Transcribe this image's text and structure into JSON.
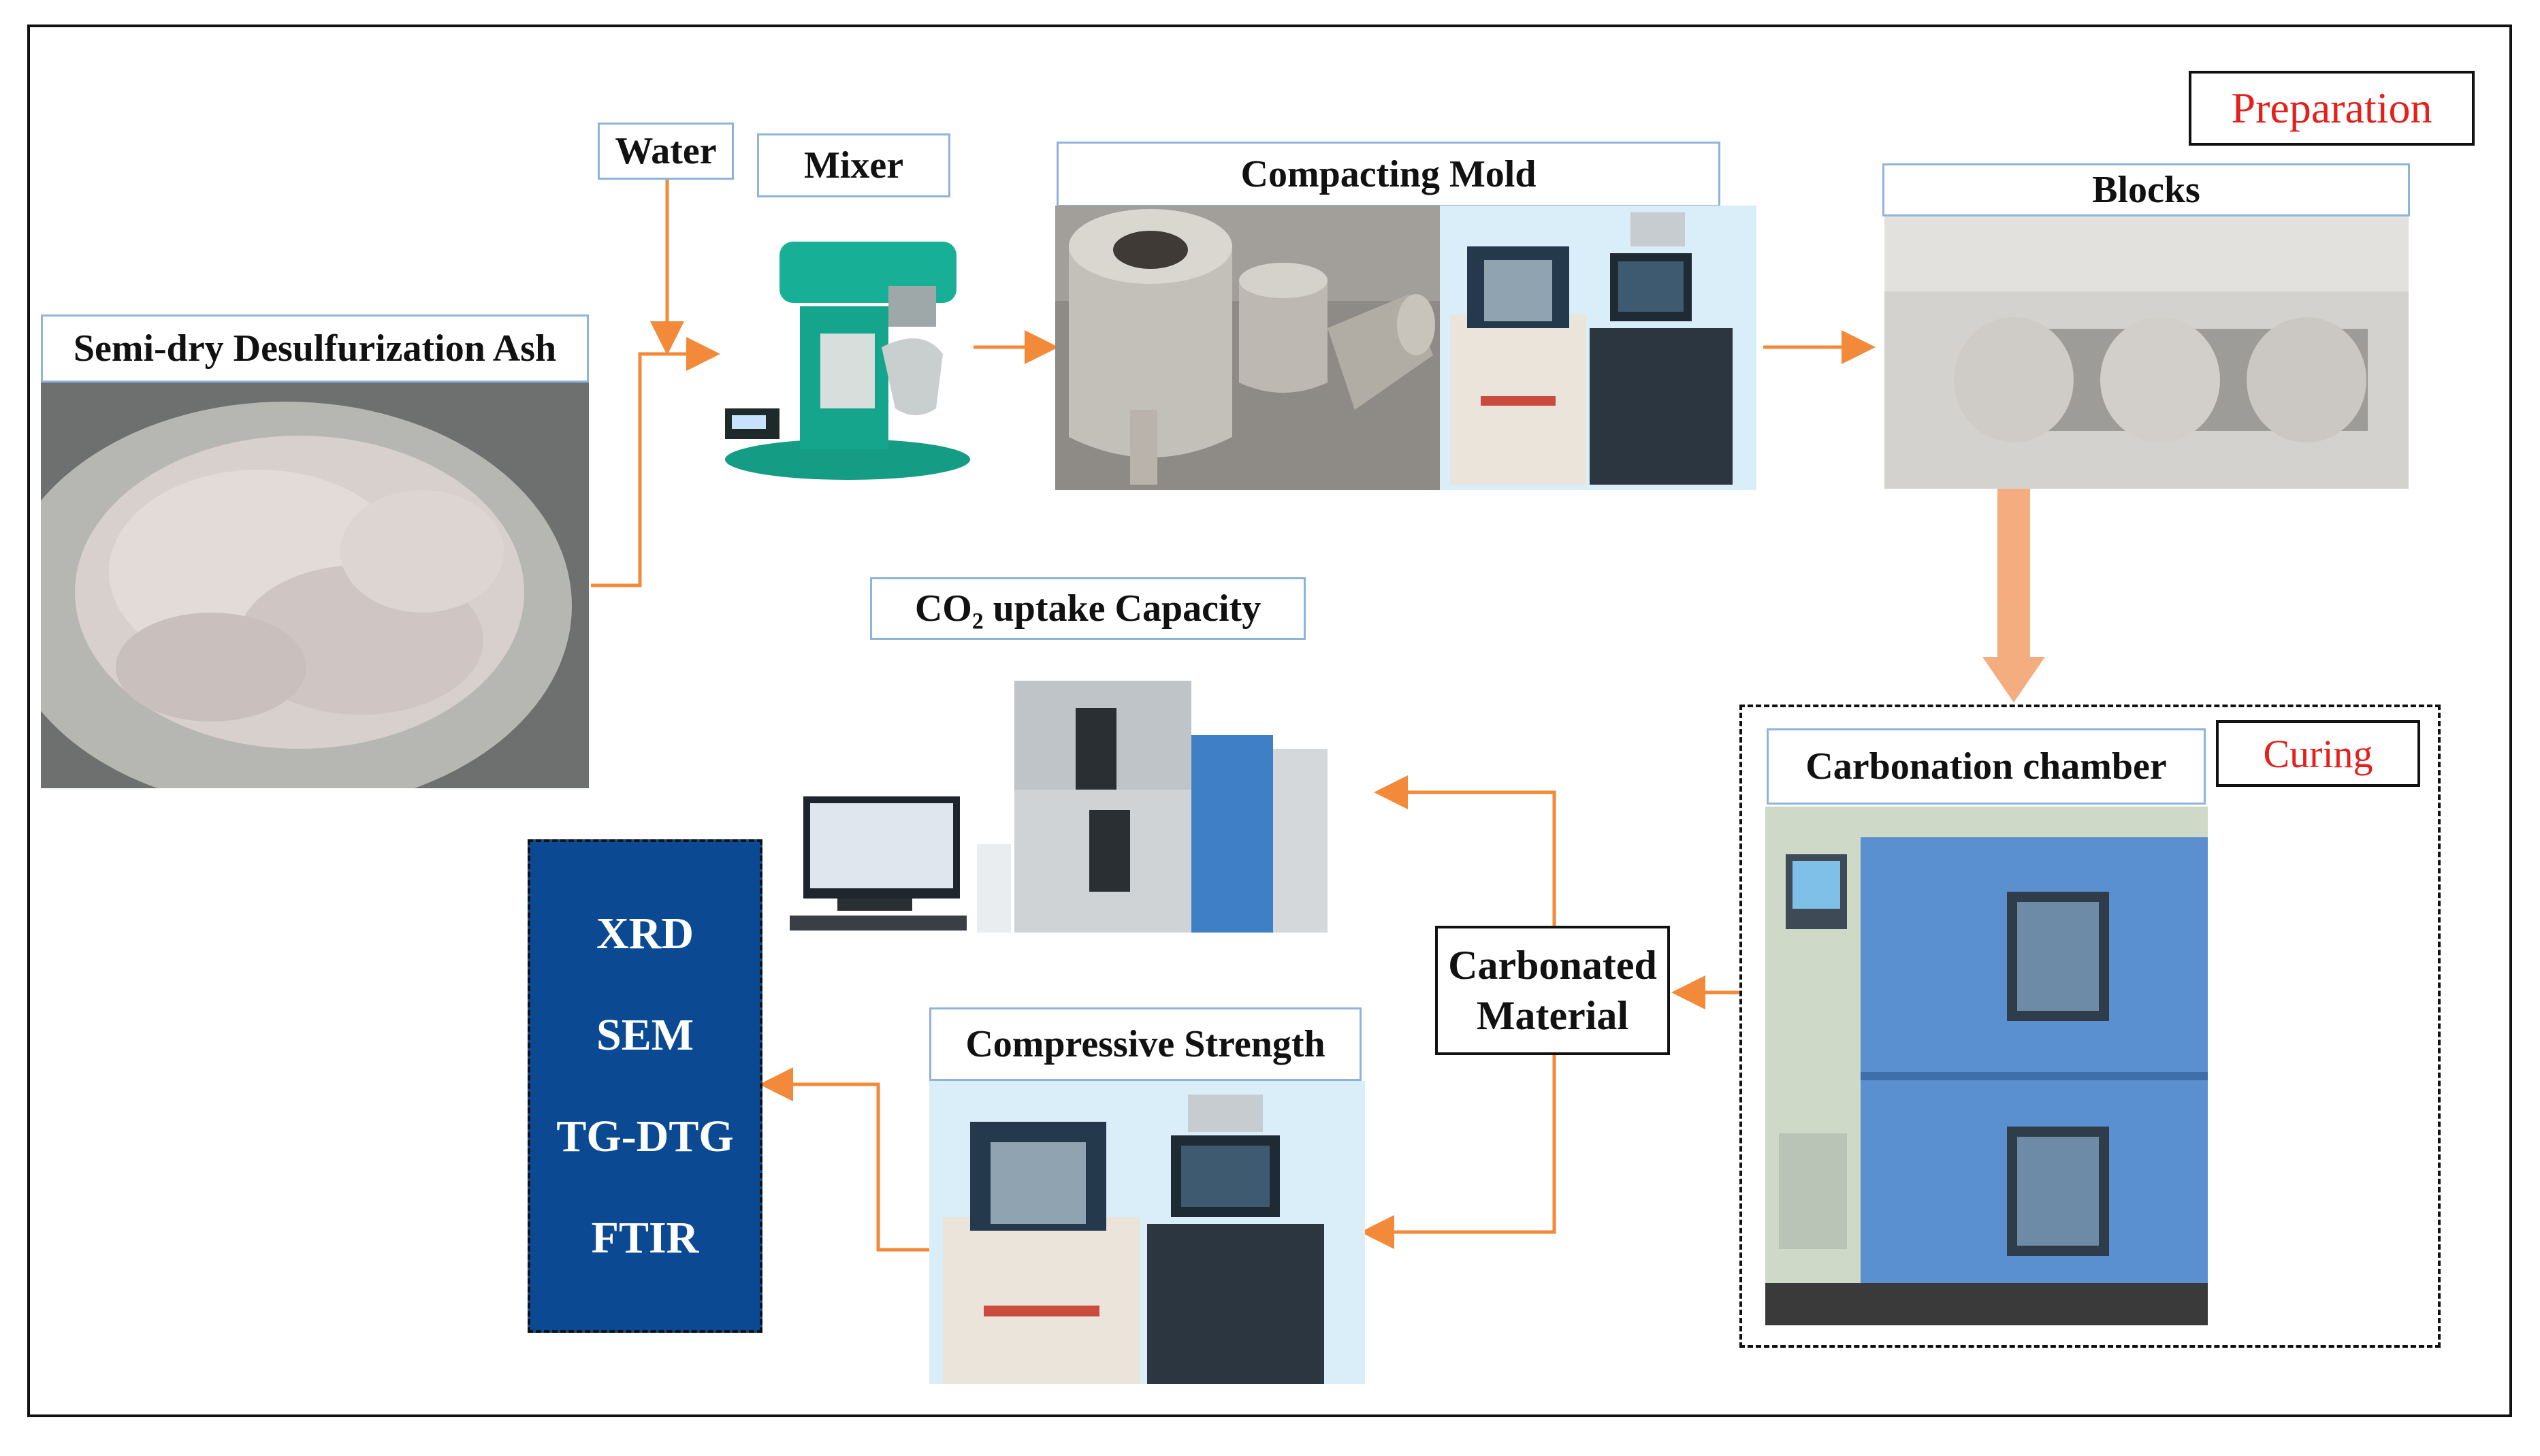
{
  "labels": {
    "water": "Water",
    "mixer": "Mixer",
    "compacting_mold": "Compacting Mold",
    "blocks": "Blocks",
    "semi_dry_ash": "Semi-dry Desulfurization Ash",
    "preparation": "Preparation",
    "curing": "Curing",
    "carbonation_chamber": "Carbonation chamber",
    "co2_uptake": "CO₂ uptake Capacity",
    "carbonated_material": [
      "Carbonated",
      "Material"
    ],
    "compressive_strength": "Compressive Strength"
  },
  "tests": [
    "XRD",
    "SEM",
    "TG-DTG",
    "FTIR"
  ],
  "colors": {
    "arrow": "#f28a3a",
    "label_border": "#8fb4dc",
    "stage_text": "#e3201b",
    "tests_fill": "#0b4a93"
  }
}
